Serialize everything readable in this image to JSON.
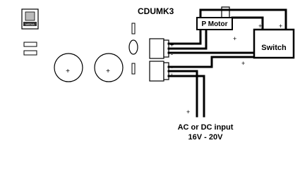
{
  "labels": {
    "board_title": "CDUMK3",
    "motor": "P Motor",
    "switch": "Switch",
    "input_line1": "AC or DC input",
    "input_line2": "16V - 20V"
  },
  "logo_text": "MEDIA",
  "polarity": {
    "plus": "+",
    "minus": "-"
  },
  "colors": {
    "wire": "#000000",
    "background": "#ffffff"
  }
}
